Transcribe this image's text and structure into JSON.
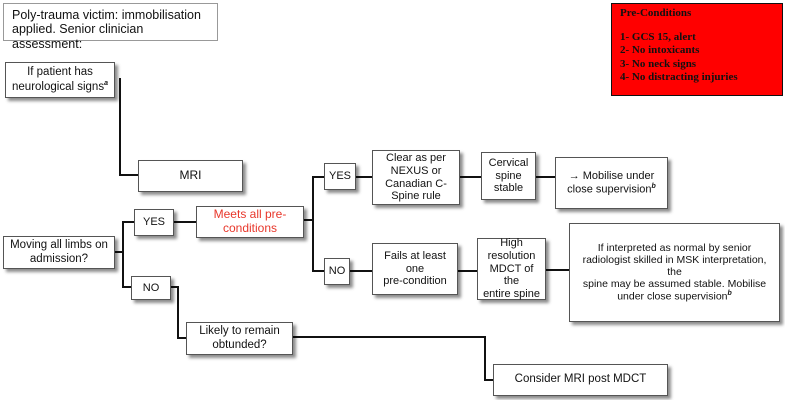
{
  "title_box": {
    "line1": "Poly-trauma victim: immobilisation",
    "line2": "applied. Senior clinician assessment:"
  },
  "preconditions": {
    "heading": "Pre-Conditions",
    "items": [
      "1- GCS 15, alert",
      "2- No intoxicants",
      "3- No neck signs",
      "4- No distracting injuries"
    ]
  },
  "neuro_box": {
    "line1": "If patient has",
    "line2": "neurological signs",
    "footnote": "a"
  },
  "mri_box": {
    "label": "MRI"
  },
  "moving_box": {
    "line1": "Moving all limbs on",
    "line2": "admission?"
  },
  "yes_main": {
    "label": "YES"
  },
  "no_main": {
    "label": "NO"
  },
  "meets_box": {
    "line1": "Meets all pre-",
    "line2": "conditions"
  },
  "yes_branch": {
    "label": "YES"
  },
  "no_branch": {
    "label": "NO"
  },
  "clear_box": {
    "line1": "Clear as per",
    "line2": "NEXUS or",
    "line3": "Canadian C-",
    "line4": "Spine rule"
  },
  "cervical_box": {
    "line1": "Cervical",
    "line2": "spine",
    "line3": "stable"
  },
  "mobilise_box": {
    "line1": "→ Mobilise under",
    "line2": "close supervision",
    "footnote": "b"
  },
  "fails_box": {
    "line1": "Fails at least one",
    "line2": "pre-condition"
  },
  "mdct_box": {
    "line1": "High",
    "line2": "resolution",
    "line3": "MDCT of the",
    "line4": "entire spine"
  },
  "interp_box": {
    "line1": "If interpreted as normal by senior",
    "line2": "radiologist skilled in MSK interpretation, the",
    "line3": "spine may be assumed stable. Mobilise",
    "line4": "under close supervision",
    "footnote": "b"
  },
  "obtunded_box": {
    "line1": "Likely to remain",
    "line2": "obtunded?"
  },
  "consider_box": {
    "label": "Consider MRI post MDCT"
  }
}
